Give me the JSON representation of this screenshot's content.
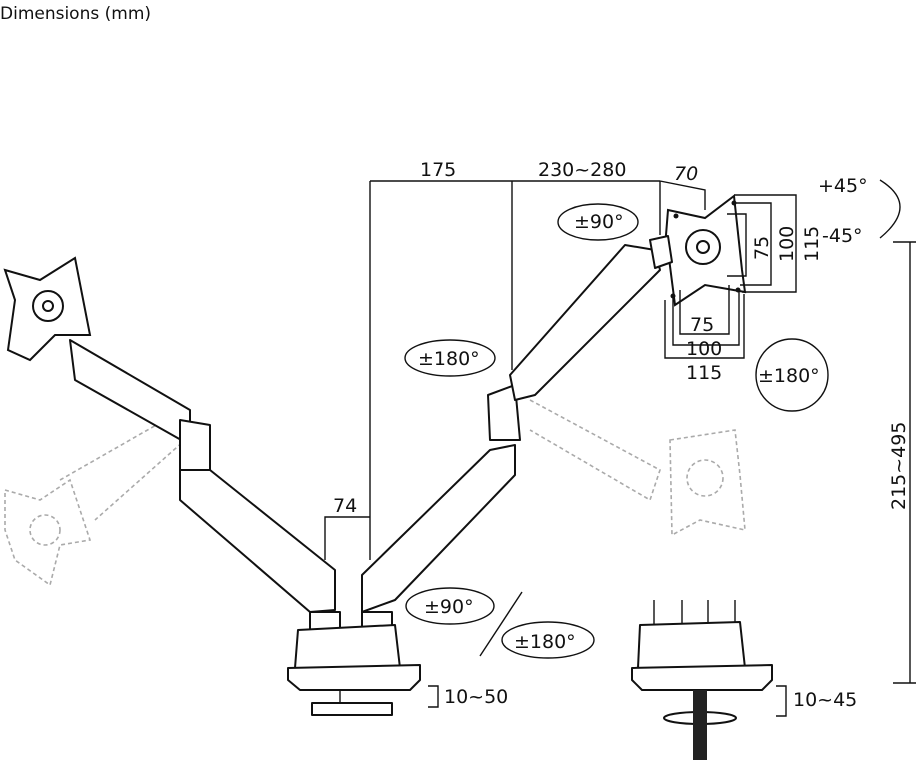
{
  "title": "Dimensions (mm)",
  "dimensions": {
    "arm_offset": "175",
    "arm_reach": "230~280",
    "tilt_head_depth": "70",
    "tilt_up": "+45°",
    "tilt_down": "-45°",
    "swivel_head": "±90°",
    "vesa_v_small": "75",
    "vesa_v_mid": "100",
    "vesa_v_large": "115",
    "vesa_h_small": "75",
    "vesa_h_mid": "100",
    "vesa_h_large": "115",
    "rotation_head": "±180°",
    "rotation_elbow": "±180°",
    "height_range": "215~495",
    "pole_width": "74",
    "swivel_base": "±90°",
    "rotation_base": "±180°",
    "clamp_thickness": "10~50",
    "grommet_thickness": "10~45"
  }
}
